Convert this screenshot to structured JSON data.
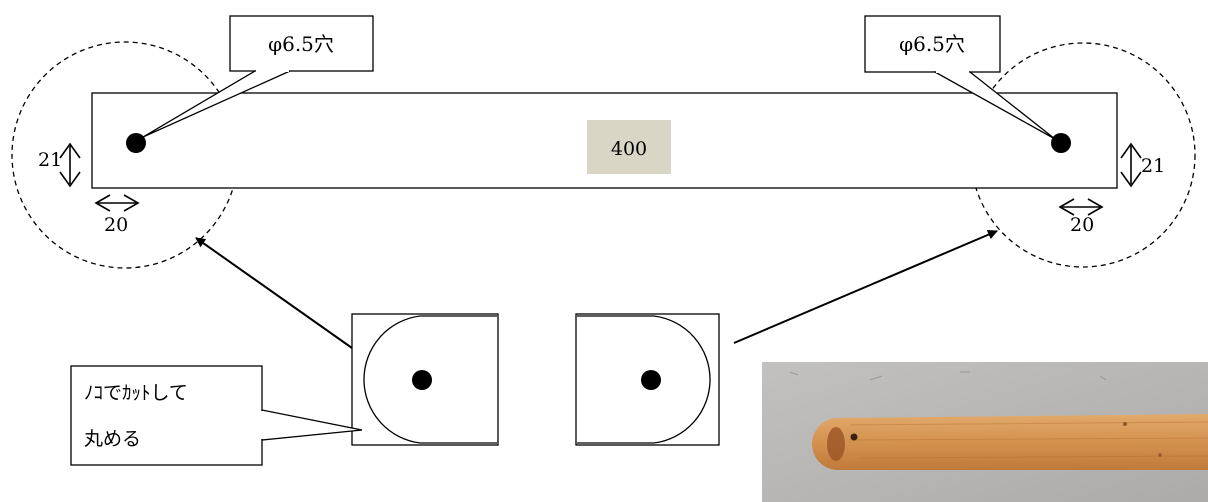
{
  "diagram": {
    "callout_left_hole": "φ6.5穴",
    "callout_right_hole": "φ6.5穴",
    "length_label": "400",
    "dim_left_height": "21",
    "dim_left_offset": "20",
    "dim_right_height": "21",
    "dim_right_offset": "20",
    "note_line1": "ﾉｺでｶｯﾄして",
    "note_line2": "丸める"
  },
  "colors": {
    "length_label_bg": "#d9d6c6",
    "wood_light": "#d89a5c",
    "wood_dark": "#c57f40",
    "photo_bg": "#b9b8b6"
  }
}
